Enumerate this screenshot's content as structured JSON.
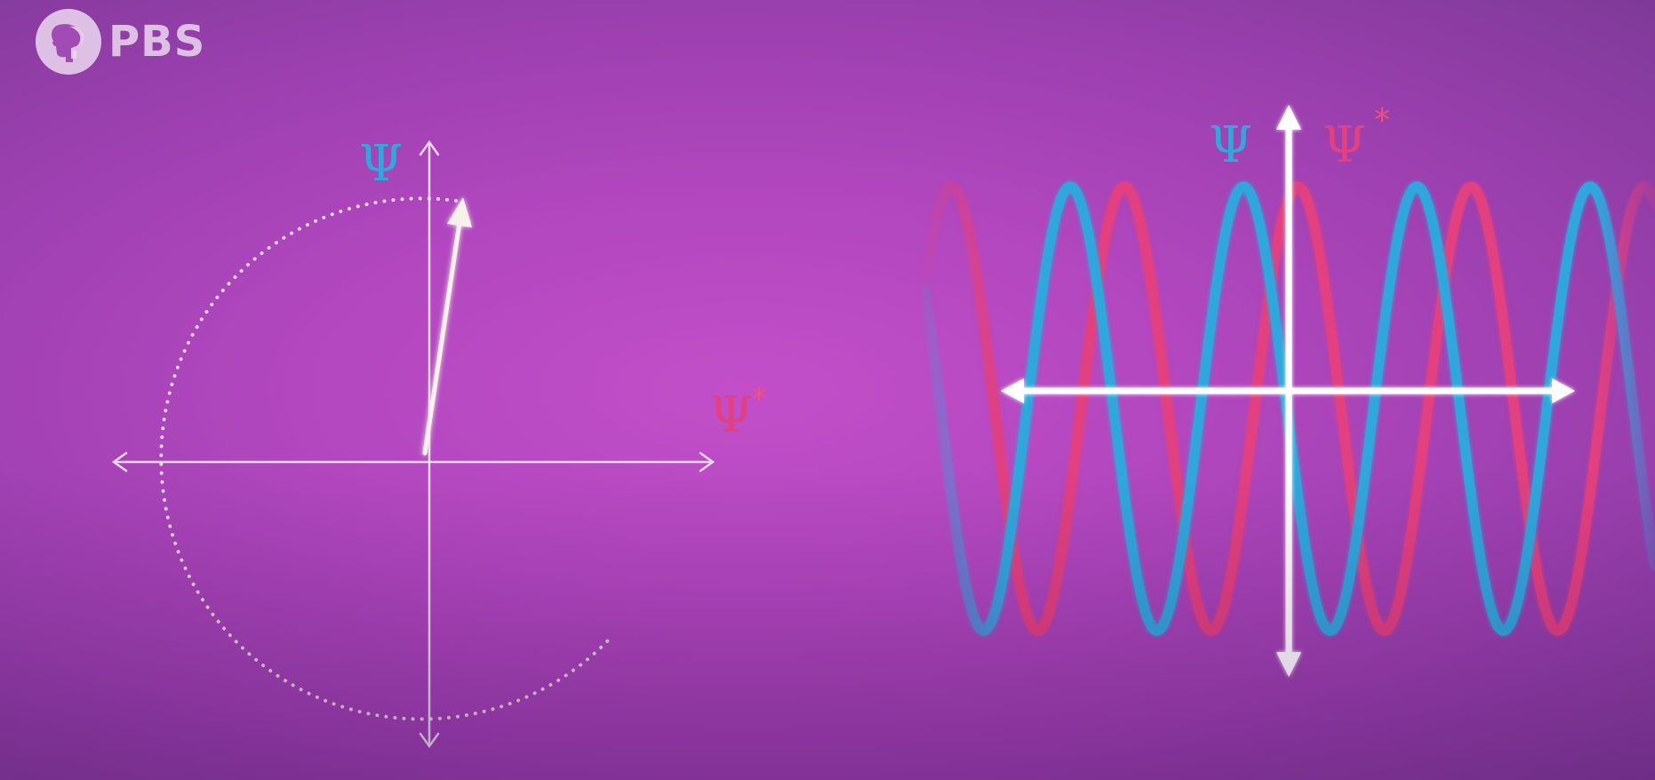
{
  "branding": {
    "logo_text": "PBS",
    "logo_icon": "pbs-head-icon"
  },
  "left_diagram": {
    "vertical_label": "Ψ",
    "horizontal_label": "Ψ",
    "horizontal_label_suffix": "*",
    "colors": {
      "axis": "#f1e8f2",
      "arc": "#e8e6d8",
      "arrow": "#f4f2ea",
      "psi": "#2fa8dc",
      "psi_star": "#e2407e"
    }
  },
  "right_diagram": {
    "psi_label": "Ψ",
    "psi_star_label": "Ψ",
    "psi_star_suffix": "*",
    "colors": {
      "psi_wave": "#2fa8dc",
      "psi_star_wave": "#e2407e",
      "axis": "#ffffff"
    }
  }
}
